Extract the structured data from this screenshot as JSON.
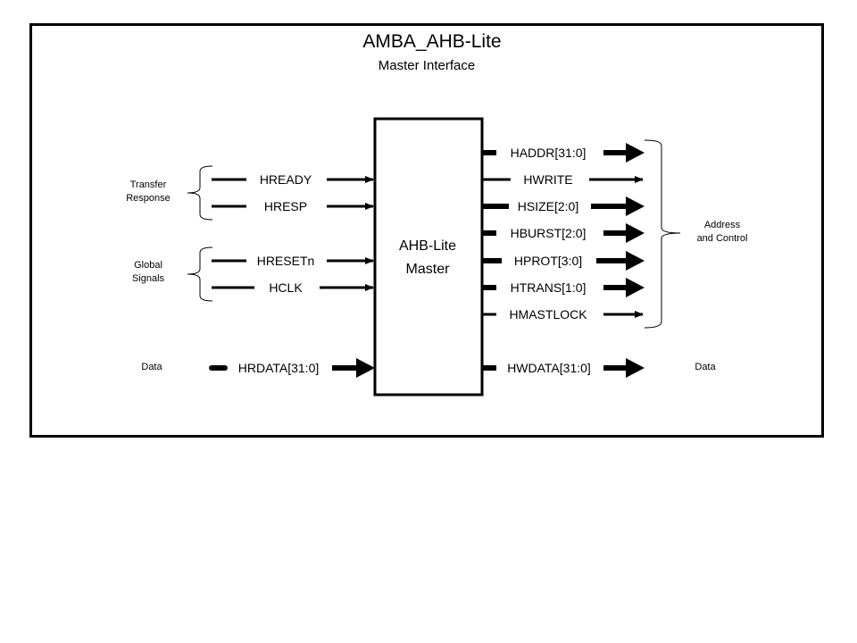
{
  "diagram": {
    "title": "AMBA_AHB-Lite",
    "subtitle": "Master Interface",
    "block": {
      "line1": "AHB-Lite",
      "line2": "Master"
    },
    "colors": {
      "stroke": "#000000",
      "background": "#ffffff"
    },
    "input_groups": [
      {
        "id": "transfer-response",
        "label_lines": [
          "Transfer",
          "Response"
        ],
        "signals": [
          "HREADY",
          "HRESP"
        ]
      },
      {
        "id": "global-signals",
        "label_lines": [
          "Global",
          "Signals"
        ],
        "signals": [
          "HRESETn",
          "HCLK"
        ]
      }
    ],
    "inputs": [
      {
        "name": "HREADY",
        "bus": false
      },
      {
        "name": "HRESP",
        "bus": false
      },
      {
        "name": "HRESETn",
        "bus": false
      },
      {
        "name": "HCLK",
        "bus": false
      },
      {
        "name": "HRDATA[31:0]",
        "bus": true
      }
    ],
    "input_data_label": "Data",
    "outputs": [
      {
        "name": "HADDR[31:0]",
        "bus": true
      },
      {
        "name": "HWRITE",
        "bus": false
      },
      {
        "name": "HSIZE[2:0]",
        "bus": true
      },
      {
        "name": "HBURST[2:0]",
        "bus": true
      },
      {
        "name": "HPROT[3:0]",
        "bus": true
      },
      {
        "name": "HTRANS[1:0]",
        "bus": true
      },
      {
        "name": "HMASTLOCK",
        "bus": false
      },
      {
        "name": "HWDATA[31:0]",
        "bus": true
      }
    ],
    "output_group": {
      "id": "address-and-control",
      "label_lines": [
        "Address",
        "and Control"
      ]
    },
    "output_data_label": "Data"
  }
}
